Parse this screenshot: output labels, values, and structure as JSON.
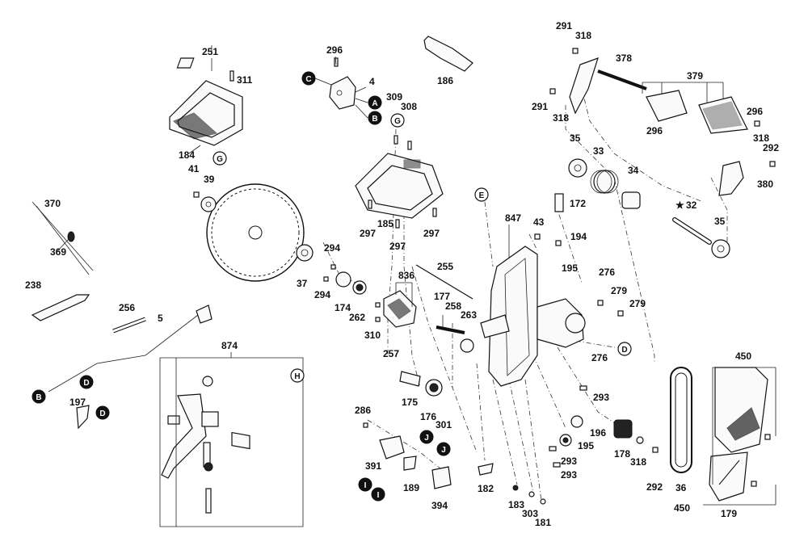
{
  "part_labels": [
    "251",
    "311",
    "296",
    "4",
    "186",
    "309",
    "308",
    "291",
    "318",
    "378",
    "379",
    "291",
    "318",
    "296",
    "296",
    "318",
    "292",
    "35",
    "33",
    "34",
    "380",
    "184",
    "41",
    "39",
    "185",
    "297",
    "297",
    "297",
    "172",
    "32",
    "35",
    "370",
    "369",
    "847",
    "43",
    "194",
    "37",
    "294",
    "294",
    "174",
    "262",
    "310",
    "255",
    "836",
    "195",
    "276",
    "279",
    "279",
    "177",
    "258",
    "263",
    "257",
    "276",
    "238",
    "256",
    "5",
    "874",
    "450",
    "175",
    "176",
    "301",
    "196",
    "293",
    "195",
    "178",
    "318",
    "292",
    "36",
    "286",
    "391",
    "189",
    "394",
    "182",
    "183",
    "303",
    "181",
    "293",
    "293",
    "197",
    "179",
    "450"
  ],
  "callouts": {
    "A": "A",
    "B": "B",
    "C": "C",
    "D": "D",
    "E": "E",
    "G": "G",
    "H": "H",
    "I": "I",
    "J": "J"
  },
  "star_label": "★"
}
